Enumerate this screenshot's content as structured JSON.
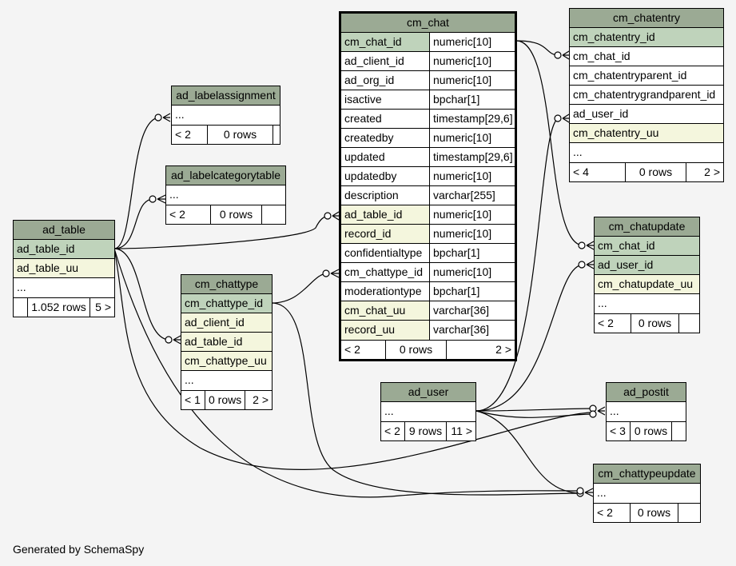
{
  "tables": {
    "cm_chat": {
      "name": "cm_chat",
      "columns": [
        {
          "name": "cm_chat_id",
          "type": "numeric[10]",
          "kind": "pk"
        },
        {
          "name": "ad_client_id",
          "type": "numeric[10]",
          "kind": "plain"
        },
        {
          "name": "ad_org_id",
          "type": "numeric[10]",
          "kind": "plain"
        },
        {
          "name": "isactive",
          "type": "bpchar[1]",
          "kind": "plain"
        },
        {
          "name": "created",
          "type": "timestamp[29,6]",
          "kind": "plain"
        },
        {
          "name": "createdby",
          "type": "numeric[10]",
          "kind": "plain"
        },
        {
          "name": "updated",
          "type": "timestamp[29,6]",
          "kind": "plain"
        },
        {
          "name": "updatedby",
          "type": "numeric[10]",
          "kind": "plain"
        },
        {
          "name": "description",
          "type": "varchar[255]",
          "kind": "plain"
        },
        {
          "name": "ad_table_id",
          "type": "numeric[10]",
          "kind": "idx"
        },
        {
          "name": "record_id",
          "type": "numeric[10]",
          "kind": "idx"
        },
        {
          "name": "confidentialtype",
          "type": "bpchar[1]",
          "kind": "plain"
        },
        {
          "name": "cm_chattype_id",
          "type": "numeric[10]",
          "kind": "plain"
        },
        {
          "name": "moderationtype",
          "type": "bpchar[1]",
          "kind": "plain"
        },
        {
          "name": "cm_chat_uu",
          "type": "varchar[36]",
          "kind": "idx"
        },
        {
          "name": "record_uu",
          "type": "varchar[36]",
          "kind": "idx"
        }
      ],
      "footer": [
        "< 2",
        "0 rows",
        "2 >"
      ]
    },
    "cm_chatentry": {
      "name": "cm_chatentry",
      "columns": [
        {
          "name": "cm_chatentry_id",
          "kind": "pk"
        },
        {
          "name": "cm_chat_id",
          "kind": "plain"
        },
        {
          "name": "cm_chatentryparent_id",
          "kind": "plain"
        },
        {
          "name": "cm_chatentrygrandparent_id",
          "kind": "plain"
        },
        {
          "name": "ad_user_id",
          "kind": "plain"
        },
        {
          "name": "cm_chatentry_uu",
          "kind": "idx"
        },
        {
          "name": "...",
          "kind": "plain"
        }
      ],
      "footer": [
        "< 4",
        "0 rows",
        "2 >"
      ]
    },
    "ad_labelassignment": {
      "name": "ad_labelassignment",
      "columns": [
        {
          "name": "...",
          "kind": "plain"
        }
      ],
      "footer": [
        "< 2",
        "0 rows",
        ""
      ]
    },
    "ad_labelcategorytable": {
      "name": "ad_labelcategorytable",
      "columns": [
        {
          "name": "...",
          "kind": "plain"
        }
      ],
      "footer": [
        "< 2",
        "0 rows",
        ""
      ]
    },
    "ad_table": {
      "name": "ad_table",
      "columns": [
        {
          "name": "ad_table_id",
          "kind": "pk"
        },
        {
          "name": "ad_table_uu",
          "kind": "idx"
        },
        {
          "name": "...",
          "kind": "plain"
        }
      ],
      "footer": [
        "",
        "1.052 rows",
        "5 >"
      ]
    },
    "cm_chattype": {
      "name": "cm_chattype",
      "columns": [
        {
          "name": "cm_chattype_id",
          "kind": "pk"
        },
        {
          "name": "ad_client_id",
          "kind": "idx"
        },
        {
          "name": "ad_table_id",
          "kind": "idx"
        },
        {
          "name": "cm_chattype_uu",
          "kind": "idx"
        },
        {
          "name": "...",
          "kind": "plain"
        }
      ],
      "footer": [
        "< 1",
        "0 rows",
        "2 >"
      ]
    },
    "cm_chatupdate": {
      "name": "cm_chatupdate",
      "columns": [
        {
          "name": "cm_chat_id",
          "kind": "pk"
        },
        {
          "name": "ad_user_id",
          "kind": "pk"
        },
        {
          "name": "cm_chatupdate_uu",
          "kind": "idx"
        },
        {
          "name": "...",
          "kind": "plain"
        }
      ],
      "footer": [
        "< 2",
        "0 rows",
        ""
      ]
    },
    "ad_user": {
      "name": "ad_user",
      "columns": [
        {
          "name": "...",
          "kind": "plain"
        }
      ],
      "footer": [
        "< 2",
        "9 rows",
        "11 >"
      ]
    },
    "ad_postit": {
      "name": "ad_postit",
      "columns": [
        {
          "name": "...",
          "kind": "plain"
        }
      ],
      "footer": [
        "< 3",
        "0 rows",
        ""
      ]
    },
    "cm_chattypeupdate": {
      "name": "cm_chattypeupdate",
      "columns": [
        {
          "name": "...",
          "kind": "plain"
        }
      ],
      "footer": [
        "< 2",
        "0 rows",
        ""
      ]
    }
  },
  "footer_text": "Generated by SchemaSpy",
  "colors": {
    "header": "#9baa94",
    "primary_key": "#bfd3bb",
    "indexed": "#f4f6dd",
    "background": "#f4f4f4"
  }
}
